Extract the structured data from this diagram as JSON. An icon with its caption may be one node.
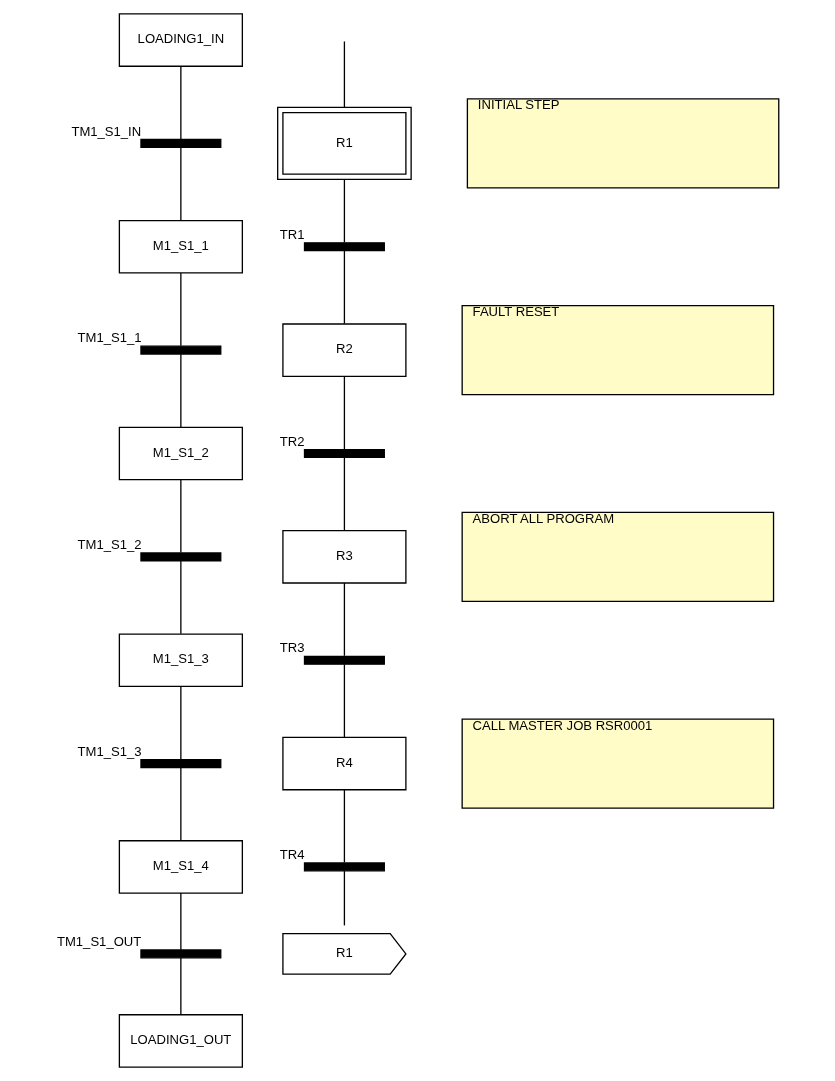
{
  "diagram": {
    "nodes": [
      {
        "text": [
          "LOADING1_IN"
        ]
      },
      {
        "text": [],
        "shape": "bar",
        "beside": [
          "TM1_S1_IN"
        ]
      },
      {
        "text": [
          "M1_S1_1"
        ]
      },
      {
        "text": [],
        "shape": "bar",
        "beside": [
          "TM1_S1_1"
        ]
      },
      {
        "text": [
          "M1_S1_2"
        ]
      },
      {
        "text": [],
        "shape": "bar",
        "beside": [
          "TM1_S1_2"
        ]
      },
      {
        "text": [
          "M1_S1_3"
        ]
      },
      {
        "text": [],
        "shape": "bar",
        "beside": [
          "TM1_S1_3"
        ]
      },
      {
        "text": [
          "M1_S1_4"
        ]
      },
      {
        "text": [],
        "shape": "bar",
        "beside": [
          "TM1_S1_OUT"
        ]
      },
      {
        "text": [
          "LOADING1_OUT"
        ]
      },
      {
        "text": [
          "R1"
        ]
      },
      {
        "text": [],
        "shape": "bar",
        "beside": [
          "TR1"
        ]
      },
      {
        "text": [
          "R2"
        ]
      },
      {
        "text": [],
        "shape": "bar",
        "beside": [
          "TR2"
        ]
      },
      {
        "text": [
          "R3"
        ]
      },
      {
        "text": [],
        "shape": "bar",
        "beside": [
          "TR3"
        ]
      },
      {
        "text": [
          "R4"
        ]
      },
      {
        "text": [],
        "shape": "bar",
        "beside": [
          "TR4"
        ]
      },
      {
        "text": [
          "R1"
        ]
      },
      {
        "text": [
          "INITIAL STEP"
        ]
      },
      {
        "text": [
          "FAULT RESET"
        ]
      },
      {
        "text": [
          "ABORT ALL PROGRAM"
        ]
      },
      {
        "text": [
          "CALL MASTER JOB RSR0001"
        ]
      }
    ],
    "edges": [
      {
        "from": 0,
        "to": 1,
        "arrow": "none"
      },
      {
        "from": 1,
        "to": 2,
        "arrow": "none"
      },
      {
        "from": 2,
        "to": 3,
        "arrow": "none"
      },
      {
        "from": 3,
        "to": 4,
        "arrow": "none"
      },
      {
        "from": 4,
        "to": 5,
        "arrow": "none"
      },
      {
        "from": 5,
        "to": 6,
        "arrow": "none"
      },
      {
        "from": 6,
        "to": 7,
        "arrow": "none"
      },
      {
        "from": 7,
        "to": 8,
        "arrow": "none"
      },
      {
        "from": 8,
        "to": 9,
        "arrow": "none"
      },
      {
        "from": 9,
        "to": 10,
        "arrow": "none"
      },
      {
        "from": null,
        "to": 11,
        "arrow": "none"
      },
      {
        "from": 11,
        "to": 12,
        "arrow": "none"
      },
      {
        "from": 12,
        "to": 13,
        "arrow": "none"
      },
      {
        "from": 13,
        "to": 14,
        "arrow": "none"
      },
      {
        "from": 14,
        "to": 15,
        "arrow": "none"
      },
      {
        "from": 15,
        "to": 16,
        "arrow": "none"
      },
      {
        "from": 16,
        "to": 17,
        "arrow": "none"
      },
      {
        "from": 17,
        "to": 18,
        "arrow": "none"
      },
      {
        "from": 18,
        "to": 19,
        "arrow": "none"
      }
    ]
  }
}
